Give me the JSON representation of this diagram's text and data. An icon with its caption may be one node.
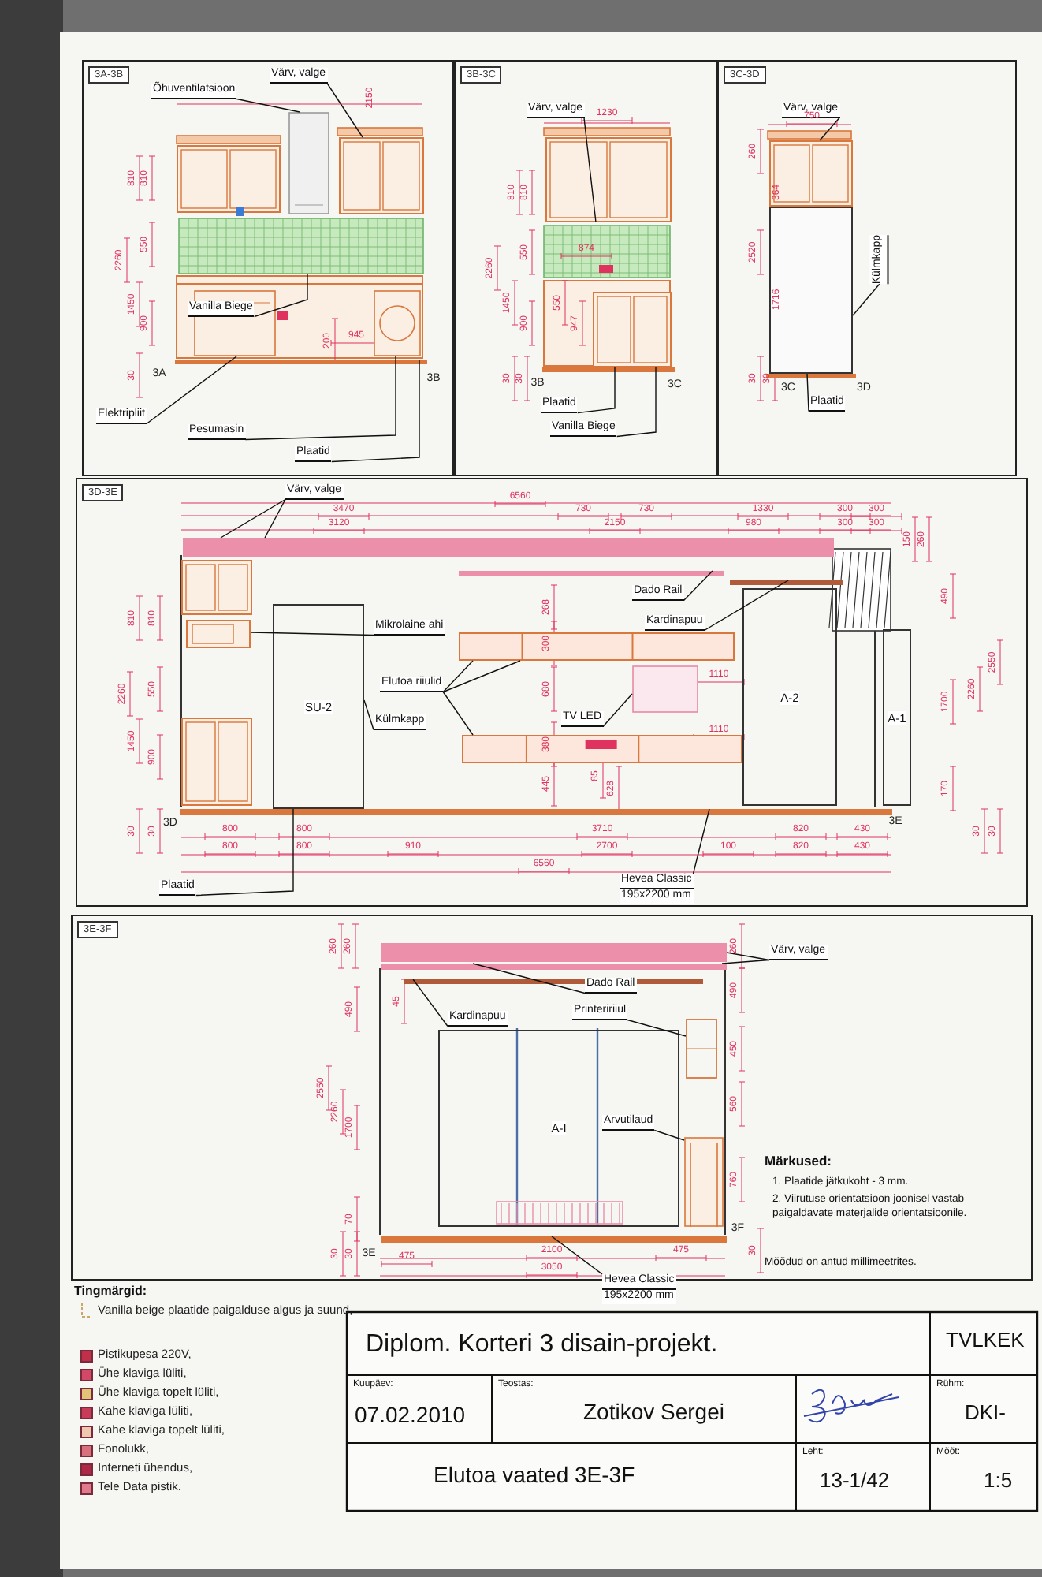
{
  "diagram": {
    "title": "Diplom. Korteri 3 disain-projekt.",
    "nodes": [
      {
        "text": [
          "3A-3B"
        ]
      },
      {
        "text": [
          "Värv, valge"
        ],
        "in": 0
      },
      {
        "text": [
          "Õhuventilatsioon"
        ],
        "in": 0
      },
      {
        "text": [
          "Vanilla Biege"
        ],
        "in": 0
      },
      {
        "text": [
          "Elektripliit"
        ],
        "in": 0
      },
      {
        "text": [
          "Pesumasin"
        ],
        "in": 0
      },
      {
        "text": [
          "Plaatid"
        ],
        "in": 0
      },
      {
        "text": [],
        "shape": "box",
        "in": 0
      },
      {
        "text": [],
        "shape": "box",
        "in": 0
      },
      {
        "text": [],
        "shape": "box",
        "in": 0
      },
      {
        "text": [],
        "shape": "box",
        "in": 0
      },
      {
        "text": [],
        "shape": "box",
        "in": 0
      },
      {
        "text": [],
        "shape": "bar",
        "in": 0
      },
      {
        "text": [
          "3B-3C"
        ]
      },
      {
        "text": [
          "Värv, valge"
        ],
        "in": 13
      },
      {
        "text": [
          "Plaatid"
        ],
        "in": 13
      },
      {
        "text": [
          "Vanilla Biege"
        ],
        "in": 13
      },
      {
        "text": [],
        "shape": "box",
        "in": 13
      },
      {
        "text": [],
        "shape": "box",
        "in": 13
      },
      {
        "text": [],
        "shape": "bar",
        "in": 13
      },
      {
        "text": [
          "3C-3D"
        ]
      },
      {
        "text": [
          "Värv, valge"
        ],
        "in": 20
      },
      {
        "text": [
          "Külmkapp"
        ],
        "in": 20
      },
      {
        "text": [
          "Plaatid"
        ],
        "in": 20
      },
      {
        "text": [],
        "shape": "box",
        "in": 20
      },
      {
        "text": [],
        "shape": "box",
        "in": 20
      },
      {
        "text": [],
        "shape": "bar",
        "in": 20
      },
      {
        "text": [
          "3D-3E"
        ]
      },
      {
        "text": [
          "Värv, valge"
        ],
        "in": 27
      },
      {
        "text": [
          "Dado Rail"
        ],
        "in": 27
      },
      {
        "text": [
          "Mikrolaine ahi"
        ],
        "in": 27
      },
      {
        "text": [
          "Kardinapuu"
        ],
        "in": 27
      },
      {
        "text": [
          "SU-2"
        ],
        "in": 27
      },
      {
        "text": [
          "Elutoa riiulid"
        ],
        "in": 27
      },
      {
        "text": [
          "A-2"
        ],
        "in": 27
      },
      {
        "text": [
          "Külmkapp"
        ],
        "in": 27
      },
      {
        "text": [
          "TV LED"
        ],
        "in": 27
      },
      {
        "text": [
          "A-1"
        ],
        "in": 27
      },
      {
        "text": [
          "Hevea Classic",
          "195x2200 mm"
        ],
        "in": 27
      },
      {
        "text": [
          "Plaatid"
        ],
        "in": 27
      },
      {
        "text": [],
        "shape": "bar",
        "in": 27
      },
      {
        "text": [],
        "shape": "bar",
        "in": 27
      },
      {
        "text": [],
        "shape": "box",
        "in": 27
      },
      {
        "text": [],
        "shape": "bar",
        "in": 27
      },
      {
        "text": [],
        "shape": "box",
        "in": 27
      },
      {
        "text": [],
        "shape": "box",
        "in": 27
      },
      {
        "text": [],
        "shape": "bar",
        "in": 27
      },
      {
        "text": [],
        "shape": "box",
        "in": 27
      },
      {
        "text": [
          "3E-3F"
        ]
      },
      {
        "text": [
          "Värv, valge"
        ],
        "in": 48
      },
      {
        "text": [
          "Dado Rail"
        ],
        "in": 48
      },
      {
        "text": [
          "Kardinapuu"
        ],
        "in": 48
      },
      {
        "text": [
          "Printeririiul"
        ],
        "in": 48
      },
      {
        "text": [
          "A-I"
        ],
        "in": 48
      },
      {
        "text": [
          "Arvutilaud"
        ],
        "in": 53
      },
      {
        "text": [],
        "shape": "bar",
        "in": 48
      },
      {
        "text": [],
        "shape": "bar",
        "in": 48
      },
      {
        "text": [],
        "shape": "bar",
        "in": 48
      },
      {
        "text": [],
        "shape": "box",
        "in": 48
      },
      {
        "text": [],
        "shape": "box",
        "in": 48
      },
      {
        "text": [],
        "shape": "bar",
        "in": 48
      },
      {
        "text": [
          "Hevea Classic",
          "195x2200 mm"
        ]
      }
    ],
    "edges": [
      {
        "from": 1,
        "to": 7,
        "arrow": "none"
      },
      {
        "from": 2,
        "to": 8,
        "arrow": "none"
      },
      {
        "from": 3,
        "to": 9,
        "arrow": "none"
      },
      {
        "from": 4,
        "to": 10,
        "arrow": "none"
      },
      {
        "from": 5,
        "to": 11,
        "arrow": "none"
      },
      {
        "from": 6,
        "to": 12,
        "arrow": "none"
      },
      {
        "from": 14,
        "to": 17,
        "arrow": "none"
      },
      {
        "from": 15,
        "to": 19,
        "arrow": "none"
      },
      {
        "from": 16,
        "to": 18,
        "arrow": "none"
      },
      {
        "from": 21,
        "to": 24,
        "arrow": "none"
      },
      {
        "from": 22,
        "to": 25,
        "arrow": "none"
      },
      {
        "from": 23,
        "to": 26,
        "arrow": "none"
      },
      {
        "from": 28,
        "to": 40,
        "arrow": "none"
      },
      {
        "from": 28,
        "to": 40,
        "arrow": "none"
      },
      {
        "from": 29,
        "to": 41,
        "arrow": "none"
      },
      {
        "from": 30,
        "to": 42,
        "arrow": "none"
      },
      {
        "from": 31,
        "to": 43,
        "arrow": "none"
      },
      {
        "from": 33,
        "to": 44,
        "arrow": "none"
      },
      {
        "from": 33,
        "to": 44,
        "arrow": "none"
      },
      {
        "from": 33,
        "to": 45,
        "arrow": "none"
      },
      {
        "from": 35,
        "to": 32,
        "arrow": "none"
      },
      {
        "from": 36,
        "to": 47,
        "arrow": "none"
      },
      {
        "from": 38,
        "to": 46,
        "arrow": "none"
      },
      {
        "from": 39,
        "to": 46,
        "arrow": "none"
      },
      {
        "from": 49,
        "to": 55,
        "arrow": "none"
      },
      {
        "from": 49,
        "to": 56,
        "arrow": "none"
      },
      {
        "from": 50,
        "to": 56,
        "arrow": "none"
      },
      {
        "from": 51,
        "to": 57,
        "arrow": "none"
      },
      {
        "from": 52,
        "to": 58,
        "arrow": "none"
      },
      {
        "from": 54,
        "to": 59,
        "arrow": "none"
      },
      {
        "from": 61,
        "to": 60,
        "arrow": "none"
      }
    ],
    "labels": [
      "2150",
      "810",
      "810",
      "2260",
      "550",
      "1450",
      "900",
      "30",
      "3A",
      "945",
      "200",
      "3B",
      "1230",
      "810",
      "810",
      "2260",
      "550",
      "874",
      "550",
      "1450",
      "900",
      "947",
      "30",
      "30",
      "3B",
      "3C",
      "750",
      "260",
      "364",
      "2520",
      "1716",
      "30",
      "30",
      "3C",
      "3D",
      "6560",
      "3470",
      "730",
      "730",
      "1330",
      "300",
      "300",
      "3120",
      "2150",
      "980",
      "300",
      "300",
      "150",
      "260",
      "810",
      "810",
      "2260",
      "550",
      "1450",
      "900",
      "268",
      "300",
      "1110",
      "680",
      "1110",
      "380",
      "85",
      "445",
      "628",
      "490",
      "2260",
      "2550",
      "1700",
      "170",
      "30",
      "30",
      "3D",
      "800",
      "800",
      "3710",
      "820",
      "430",
      "3E",
      "30",
      "30",
      "800",
      "800",
      "910",
      "2700",
      "100",
      "820",
      "430",
      "6560",
      "260",
      "260",
      "260",
      "490",
      "45",
      "490",
      "450",
      "2550",
      "2260",
      "560",
      "1700",
      "760",
      "70",
      "30",
      "30",
      "3E",
      "3F",
      "30",
      "475",
      "2100",
      "475",
      "3050",
      "Märkused:",
      "1. Plaatide jätkukoht - 3 mm.",
      "2. Viirutuse orientatsioon joonisel vastab paigaldavate materjalide orientatsioonile.",
      "Mõõdud on antud millimeetrites.",
      "Tingmärgid:",
      "TVLKEK",
      "Kuupäev:",
      "07.02.2010",
      "Teostas:",
      "Zotikov Sergei",
      "Rühm:",
      "DKI-",
      "Elutoa vaated 3E-3F",
      "Leht:",
      "13-1/42",
      "Mõõt:",
      "1:5"
    ],
    "legend": [
      {
        "text": "Vanilla beige plaatide paigalduse algus ja suund,"
      },
      {
        "text": "Pistikupesa 220V,",
        "color": "#c0304a"
      },
      {
        "text": "Ühe klaviga lüliti,",
        "color": "#d24866"
      },
      {
        "text": "Ühe klaviga topelt lüliti,",
        "color": "#e2c478"
      },
      {
        "text": "Kahe klaviga lüliti,",
        "color": "#c83c5a"
      },
      {
        "text": "Kahe klaviga topelt lüliti,",
        "color": "#f0c8b0"
      },
      {
        "text": "Fonolukk,",
        "color": "#d8707e"
      },
      {
        "text": "Interneti ühendus,",
        "color": "#b02848"
      },
      {
        "text": "Tele Data pistik.",
        "color": "#e07a8c"
      }
    ]
  }
}
